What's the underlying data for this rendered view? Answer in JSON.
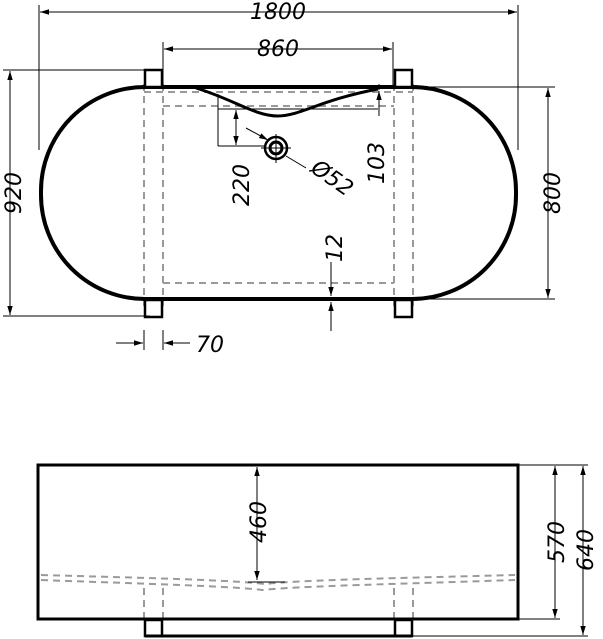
{
  "top_view": {
    "overall_length": "1800",
    "feet_spacing": "860",
    "overall_width": "920",
    "inner_width": "800",
    "drain_offset": "220",
    "drain_diameter": "Ø52",
    "rim_dip": "103",
    "wall_gap": "12",
    "foot_width": "70"
  },
  "side_view": {
    "interior_depth": "460",
    "body_height": "570",
    "total_height": "640"
  }
}
